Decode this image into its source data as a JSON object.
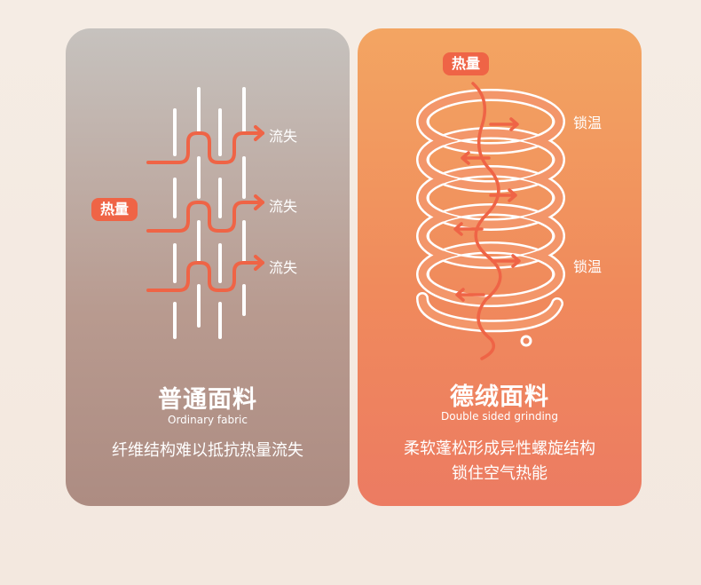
{
  "left_card": {
    "heat_label": "热量",
    "loss_labels": [
      "流失",
      "流失",
      "流失"
    ],
    "title": "普通面料",
    "subtitle": "Ordinary fabric",
    "description": "纤维结构难以抵抗热量流失"
  },
  "right_card": {
    "heat_label": "热量",
    "lock_labels": [
      "锁温",
      "锁温"
    ],
    "title": "德绒面料",
    "subtitle": "Double sided grinding",
    "description_line1": "柔软蓬松形成异性螺旋结构",
    "description_line2": "锁住空气热能"
  },
  "colors": {
    "accent": "#ef6446",
    "left_bg_top": "#c6c2be",
    "right_bg_top": "#f3a562"
  }
}
